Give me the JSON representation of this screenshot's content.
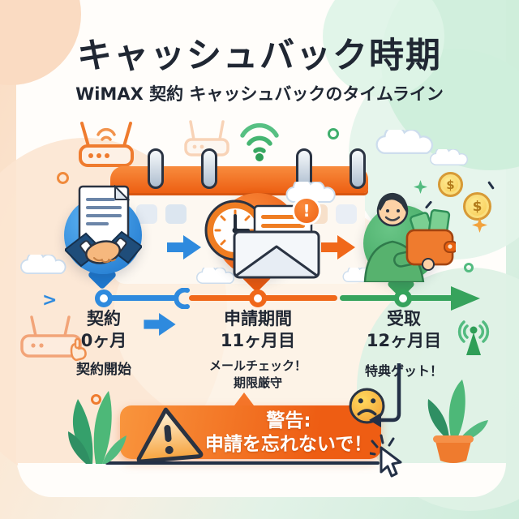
{
  "header": {
    "title": "キャッシュバック時期",
    "subtitle": "WiMAX 契約 キャッシュバックのタイムライン"
  },
  "timeline": {
    "start_chevron": ">",
    "milestones": [
      {
        "label": "契約",
        "month": "0ヶ月",
        "note": "契約開始",
        "color": "#2e8ade"
      },
      {
        "label": "申請期間",
        "month": "11ヶ月目",
        "note": "メールチェック！",
        "note2": "期限厳守",
        "color": "#f0681a"
      },
      {
        "label": "受取",
        "month": "12ヶ月目",
        "note": "特典ゲット！",
        "color": "#36a35c"
      }
    ]
  },
  "warning": {
    "label": "警告:",
    "message": "申請を忘れないで！"
  },
  "badges": {
    "mail_alert": "!"
  },
  "coins": {
    "symbol": "$"
  },
  "icons": [
    "router-icon",
    "wifi-icon",
    "calendar-icon",
    "handshake-contract-icon",
    "clock-icon",
    "mail-alert-icon",
    "person-wallet-money-icon",
    "warning-triangle-icon",
    "sad-face-icon",
    "cursor-click-icon",
    "plant-icon",
    "broadcast-antenna-icon"
  ],
  "colors": {
    "milestone_blue": "#2e8ade",
    "milestone_orange": "#f0681a",
    "milestone_green": "#36a35c",
    "warning_orange": "#ee5d13",
    "calendar_orange": "#ed5f12",
    "ink": "#202733"
  }
}
